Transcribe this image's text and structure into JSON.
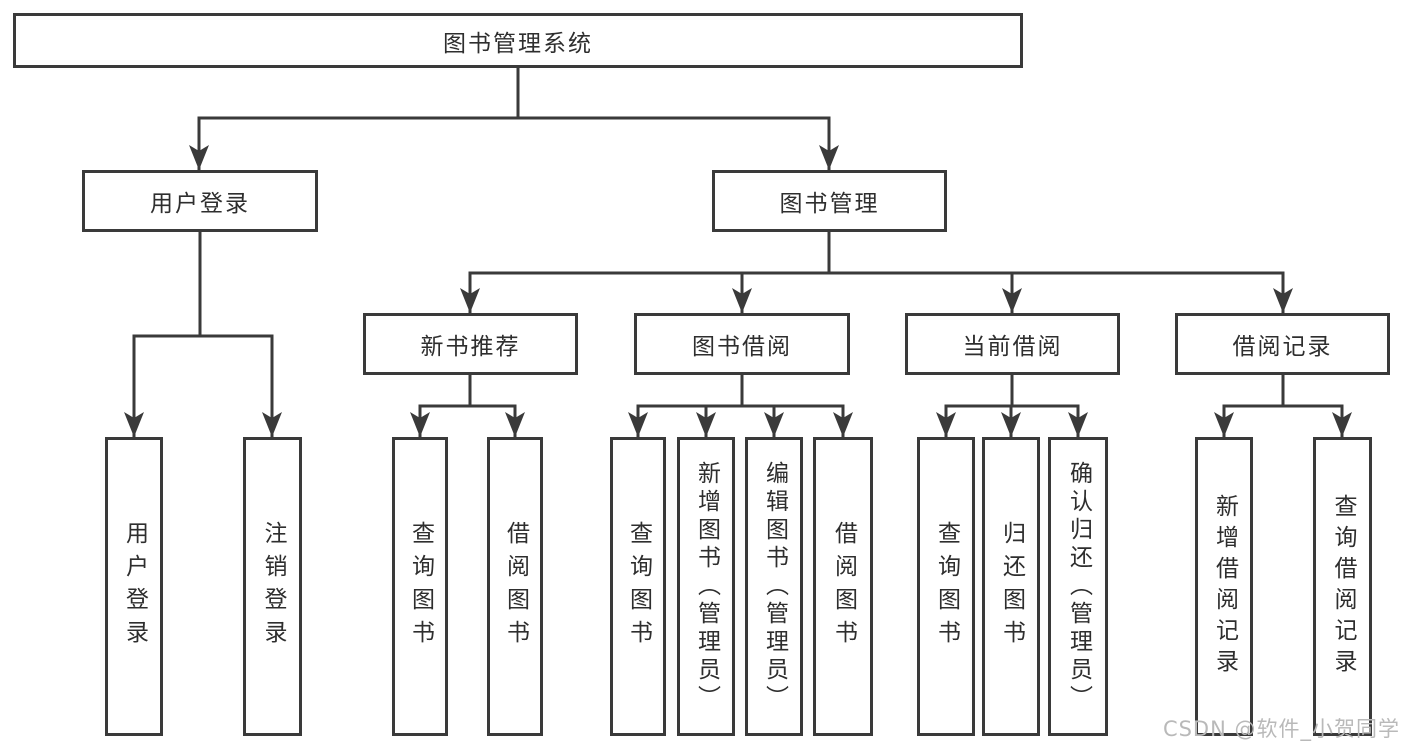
{
  "diagram": {
    "root": {
      "label": "图书管理系统"
    },
    "level2": [
      {
        "label": "用户登录",
        "children": [
          {
            "label": "用户登录"
          },
          {
            "label": "注销登录"
          }
        ]
      },
      {
        "label": "图书管理",
        "children": [
          {
            "label": "新书推荐",
            "children": [
              {
                "label": "查询图书"
              },
              {
                "label": "借阅图书"
              }
            ]
          },
          {
            "label": "图书借阅",
            "children": [
              {
                "label": "查询图书"
              },
              {
                "label": "新增图书（管理员）"
              },
              {
                "label": "编辑图书（管理员）"
              },
              {
                "label": "借阅图书"
              }
            ]
          },
          {
            "label": "当前借阅",
            "children": [
              {
                "label": "查询图书"
              },
              {
                "label": "归还图书"
              },
              {
                "label": "确认归还（管理员）"
              }
            ]
          },
          {
            "label": "借阅记录",
            "children": [
              {
                "label": "新增借阅记录"
              },
              {
                "label": "查询借阅记录"
              }
            ]
          }
        ]
      }
    ]
  },
  "watermark": {
    "text": "CSDN @软件_小贺同学"
  },
  "colors": {
    "line": "#3a3a3a",
    "text": "#2e2e2e",
    "watermark": "#b9b9b9",
    "background": "#ffffff"
  }
}
